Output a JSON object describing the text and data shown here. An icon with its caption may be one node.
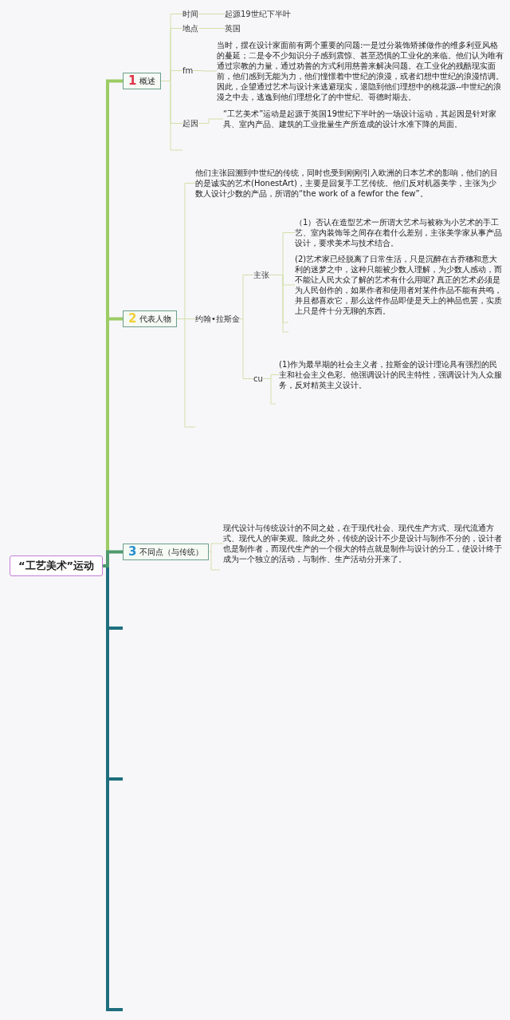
{
  "diagram": {
    "nodes": [
      {
        "text": [
          "“工艺美术”运动"
        ]
      },
      {
        "text": [
          "1",
          "概述"
        ]
      },
      {
        "text": [
          "时间"
        ]
      },
      {
        "text": [
          "起源19世纪下半叶"
        ]
      },
      {
        "text": [
          "地点"
        ]
      },
      {
        "text": [
          "英国"
        ]
      },
      {
        "text": [
          "fm"
        ]
      },
      {
        "text": [
          "当时，摆在设计家面前有两个重要的问题:一是过分装饰矫揉做作的维多利亚风格的蔓延；二是令不少知识分子感到震惊、甚至恐惧的工业化的来临。他们认为唯有通过宗教的力量，通过劝善的方式利用慈善来解决问题。在工业化的残酷现实面前，他们感到无能为力，他们憧憬着中世纪的浪漫，或者幻想中世纪的浪漫情调。因此，企望通过艺术与设计来逃避现实，退隐到他们理想中的桃花源--中世纪的浪漫之中去，逃逸到他们理想化了的中世纪、哥德时期去。"
        ]
      },
      {
        "text": [
          "起因"
        ]
      },
      {
        "text": [
          "“工艺美术”运动是起源于英国19世纪下半叶的一场设计运动，其起因是针对家具、室内产品、建筑的工业批量生产所造成的设计水准下降的局面。"
        ]
      },
      {
        "text": [
          "2",
          "代表人物"
        ]
      },
      {
        "text": [
          "他们主张回溯到中世纪的传统，同时也受到刚刚引入欧洲的日本艺术的影响，他们的目的是诚实的艺术(HonestArt)，主要是回复手工艺传统。他们反对机器美学，主张为少数人设计少数的产品，所谓的“the work of a fewfor the few”。"
        ]
      },
      {
        "text": [
          "约翰•拉斯金"
        ]
      },
      {
        "text": [
          "主张"
        ]
      },
      {
        "text": [
          "（1）否认在造型艺术一所谓大艺术与被称为小艺术的手工艺、室内装饰等之间存在着什么差别，主张美学家从事产品设计，要求美术与技术结合。"
        ]
      },
      {
        "text": [
          "(2)艺术家已经脱离了日常生活，只是沉醉在古乔穗和意大利的迷梦之中，这种只能被少数人理解，为少数人感动，而不能让人民大众了解的艺术有什么用呢? 真正的艺术必须是为人民创作的，如果作者和使用者对某件作品不能有共鸣，并且都喜欢它，那么这件作品即使是天上的神品也罢，实质上只是件十分无聊的东西。"
        ]
      },
      {
        "text": [
          "cu"
        ]
      },
      {
        "text": [
          "(1)作为最早期的社会主义者，拉斯金的设计理论具有强烈的民主和社会主义色彩。他强调设计的民主特性，强调设计为人众服务，反对精英主义设计。"
        ]
      },
      {
        "text": [
          "3",
          "不同点（与传统）"
        ]
      },
      {
        "text": [
          "现代设计与传统设计的不同之处，在于现代社会、现代生产方式、现代流通方式、现代人的审美观。除此之外，传统的设计不少是设计与制作不分的，设计者也是制作者，而现代生产的一个很大的特点就是制作与设计的分工，使设计终于成为一个独立的活动，与制作、生产活动分开来了。"
        ]
      }
    ],
    "edges": [
      {
        "from": 0,
        "to": 1,
        "arrow": "none",
        "style": "thick",
        "color": "#9ccc65"
      },
      {
        "from": 0,
        "to": 10,
        "arrow": "none",
        "style": "thick",
        "color": "#9ccc65"
      },
      {
        "from": 0,
        "to": 18,
        "arrow": "none",
        "style": "thick",
        "color": "#4e9a6e"
      },
      {
        "from": 1,
        "to": 2,
        "arrow": "none"
      },
      {
        "from": 1,
        "to": 4,
        "arrow": "none"
      },
      {
        "from": 1,
        "to": 6,
        "arrow": "none"
      },
      {
        "from": 1,
        "to": 8,
        "arrow": "none"
      },
      {
        "from": 2,
        "to": 3,
        "arrow": "none"
      },
      {
        "from": 4,
        "to": 5,
        "arrow": "none"
      },
      {
        "from": 6,
        "to": 7,
        "arrow": "none"
      },
      {
        "from": 8,
        "to": 9,
        "arrow": "none"
      },
      {
        "from": 10,
        "to": 11,
        "arrow": "none"
      },
      {
        "from": 10,
        "to": 12,
        "arrow": "none"
      },
      {
        "from": 12,
        "to": 13,
        "arrow": "none"
      },
      {
        "from": 12,
        "to": 16,
        "arrow": "none"
      },
      {
        "from": 13,
        "to": 14,
        "arrow": "none"
      },
      {
        "from": 13,
        "to": 15,
        "arrow": "none"
      },
      {
        "from": 16,
        "to": 17,
        "arrow": "none"
      },
      {
        "from": 18,
        "to": 19,
        "arrow": "none"
      }
    ]
  }
}
